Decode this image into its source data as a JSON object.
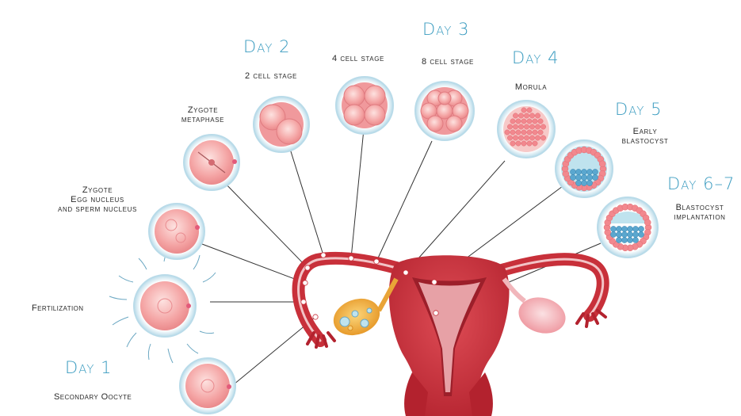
{
  "days": {
    "d1": "Day 1",
    "d2": "Day 2",
    "d3": "Day 3",
    "d4": "Day 4",
    "d5": "Day 5",
    "d67": "Day 6–7"
  },
  "labels": {
    "secondary_oocyte": "Secondary Oocyte",
    "fertilization": "Fertilization",
    "zygote_nuclei_l1": "Zygote",
    "zygote_nuclei_l2": "Egg nucleus",
    "zygote_nuclei_l3": "and sperm nucleus",
    "zygote_meta_l1": "Zygote",
    "zygote_meta_l2": "metaphase",
    "two_cell": "2 cell stage",
    "four_cell": "4 cell stage",
    "eight_cell": "8 cell stage",
    "morula": "Morula",
    "early_blast_l1": "Early",
    "early_blast_l2": "blastocyst",
    "blast_impl_l1": "Blastocyst",
    "blast_impl_l2": "implantation"
  },
  "colors": {
    "day_text": "#3b9cc0",
    "uterus": "#c8303a",
    "uterus_dark": "#9c1f2a",
    "cell": "#f4a3a3",
    "cell_ring": "#b9dbe9",
    "ovary": "#f3b33a",
    "cavity": "#bfe3ee"
  }
}
